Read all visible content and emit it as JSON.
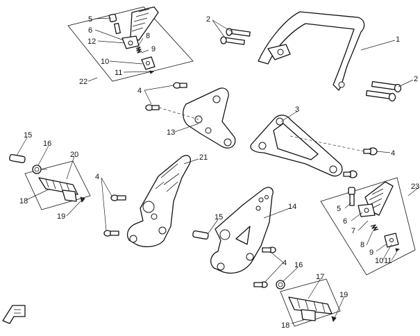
{
  "diagram": {
    "callouts": [
      {
        "id": "c-1",
        "text": "1"
      },
      {
        "id": "c-2a",
        "text": "2"
      },
      {
        "id": "c-2b",
        "text": "2"
      },
      {
        "id": "c-3",
        "text": "3"
      },
      {
        "id": "c-4a",
        "text": "4"
      },
      {
        "id": "c-4b",
        "text": "4"
      },
      {
        "id": "c-4c",
        "text": "4"
      },
      {
        "id": "c-4d",
        "text": "4"
      },
      {
        "id": "c-5a",
        "text": "5"
      },
      {
        "id": "c-5b",
        "text": "5"
      },
      {
        "id": "c-6a",
        "text": "6"
      },
      {
        "id": "c-6b",
        "text": "6"
      },
      {
        "id": "c-7",
        "text": "7"
      },
      {
        "id": "c-8a",
        "text": "8"
      },
      {
        "id": "c-8b",
        "text": "8"
      },
      {
        "id": "c-9a",
        "text": "9"
      },
      {
        "id": "c-9b",
        "text": "9"
      },
      {
        "id": "c-10a",
        "text": "10"
      },
      {
        "id": "c-10b",
        "text": "10"
      },
      {
        "id": "c-11a",
        "text": "11"
      },
      {
        "id": "c-11b",
        "text": "11"
      },
      {
        "id": "c-12",
        "text": "12"
      },
      {
        "id": "c-13",
        "text": "13"
      },
      {
        "id": "c-14",
        "text": "14"
      },
      {
        "id": "c-15a",
        "text": "15"
      },
      {
        "id": "c-15b",
        "text": "15"
      },
      {
        "id": "c-16a",
        "text": "16"
      },
      {
        "id": "c-16b",
        "text": "16"
      },
      {
        "id": "c-17",
        "text": "17"
      },
      {
        "id": "c-18a",
        "text": "18"
      },
      {
        "id": "c-18b",
        "text": "18"
      },
      {
        "id": "c-19a",
        "text": "19"
      },
      {
        "id": "c-19b",
        "text": "19"
      },
      {
        "id": "c-20",
        "text": "20"
      },
      {
        "id": "c-21",
        "text": "21"
      },
      {
        "id": "c-22",
        "text": "22"
      },
      {
        "id": "c-23",
        "text": "23"
      }
    ],
    "direction_marker": {
      "icon": "forward-arrow-icon"
    }
  }
}
